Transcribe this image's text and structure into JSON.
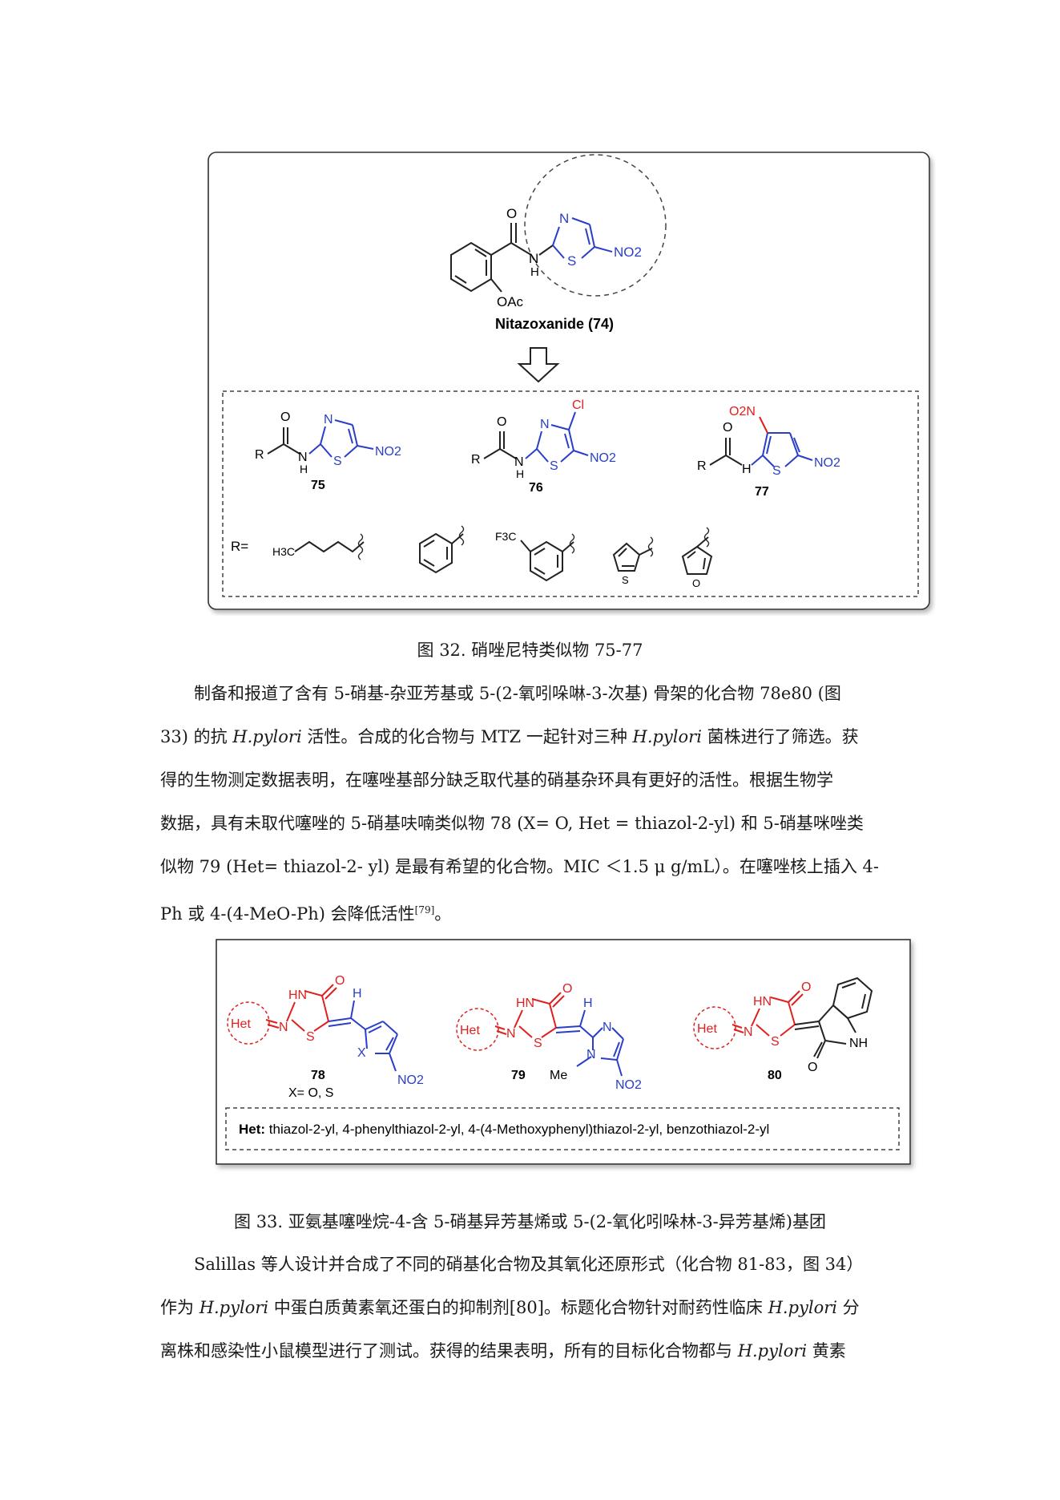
{
  "figure32": {
    "nitazoxanide": {
      "label": "Nitazoxanide (74)",
      "o": "O",
      "n": "N",
      "h": "H",
      "s": "S",
      "no2": "NO2",
      "oac": "OAc"
    },
    "compound75": {
      "label": "75",
      "r": "R",
      "o": "O",
      "n": "N",
      "h": "H",
      "s": "S",
      "no2": "NO2"
    },
    "compound76": {
      "label": "76",
      "r": "R",
      "o": "O",
      "n": "N",
      "h": "H",
      "s": "S",
      "no2": "NO2",
      "cl": "Cl"
    },
    "compound77": {
      "label": "77",
      "r": "R",
      "o": "O",
      "h": "H",
      "s": "S",
      "no2": "NO2",
      "o2n": "O2N"
    },
    "r_groups": {
      "label": "R=",
      "h3c": "H3C",
      "f3c": "F3C",
      "s": "S",
      "o": "O"
    },
    "colors": {
      "blue": "#2a3fc7",
      "red": "#e02020"
    }
  },
  "caption32": "图 32. 硝唑尼特类似物 75-77",
  "para1": {
    "l1": "制备和报道了含有 5-硝基-杂亚芳基或 5-(2-氧吲哚啉-3-次基) 骨架的化合物 78e80 (图",
    "l2a": "33) 的抗 ",
    "l2b": "H.pylori",
    "l2c": " 活性。合成的化合物与 MTZ 一起针对三种 ",
    "l2d": "H.pylori",
    "l2e": " 菌株进行了筛选。获",
    "l3": "得的生物测定数据表明，在噻唑基部分缺乏取代基的硝基杂环具有更好的活性。根据生物学",
    "l4": "数据，具有未取代噻唑的 5-硝基呋喃类似物 78 (X= O, Het = thiazol-2-yl) 和 5-硝基咪唑类",
    "l5": "似物 79 (Het= thiazol-2- yl) 是最有希望的化合物。MIC ＜1.5 μ g/mL）。在噻唑核上插入 4-",
    "l6a": "Ph 或 4-(4-MeO-Ph) 会降低活性",
    "l6ref": "[79]",
    "l6b": "。"
  },
  "figure33": {
    "c78": {
      "label": "78",
      "sub": "X= O, S",
      "hn": "HN",
      "o": "O",
      "h": "H",
      "n": "N",
      "s": "S",
      "x": "X",
      "no2": "NO2",
      "het": "Het"
    },
    "c79": {
      "label": "79",
      "hn": "HN",
      "o": "O",
      "h": "H",
      "n": "N",
      "s": "S",
      "me": "Me",
      "no2": "NO2",
      "het": "Het"
    },
    "c80": {
      "label": "80",
      "hn": "HN",
      "o": "O",
      "n": "N",
      "s": "S",
      "nh": "NH",
      "het": "Het"
    },
    "het_def_bold": "Het:",
    "het_def": " thiazol-2-yl, 4-phenylthiazol-2-yl, 4-(4-Methoxyphenyl)thiazol-2-yl, benzothiazol-2-yl"
  },
  "caption33": "图 33. 亚氨基噻唑烷-4-含 5-硝基异芳基烯或 5-(2-氧化吲哚林-3-异芳基烯)基团",
  "para2": {
    "l1": "Salillas 等人设计并合成了不同的硝基化合物及其氧化还原形式（化合物 81-83，图 34）",
    "l2a": "作为 ",
    "l2b": "H.pylori",
    "l2c": " 中蛋白质黄素氧还蛋白的抑制剂[80]。标题化合物针对耐药性临床 ",
    "l2d": "H.pylori",
    "l2e": " 分",
    "l3": "离株和感染性小鼠模型进行了测试。获得的结果表明，所有的目标化合物都与 ",
    "l3b": "H.pylori",
    "l3c": " 黄素"
  }
}
